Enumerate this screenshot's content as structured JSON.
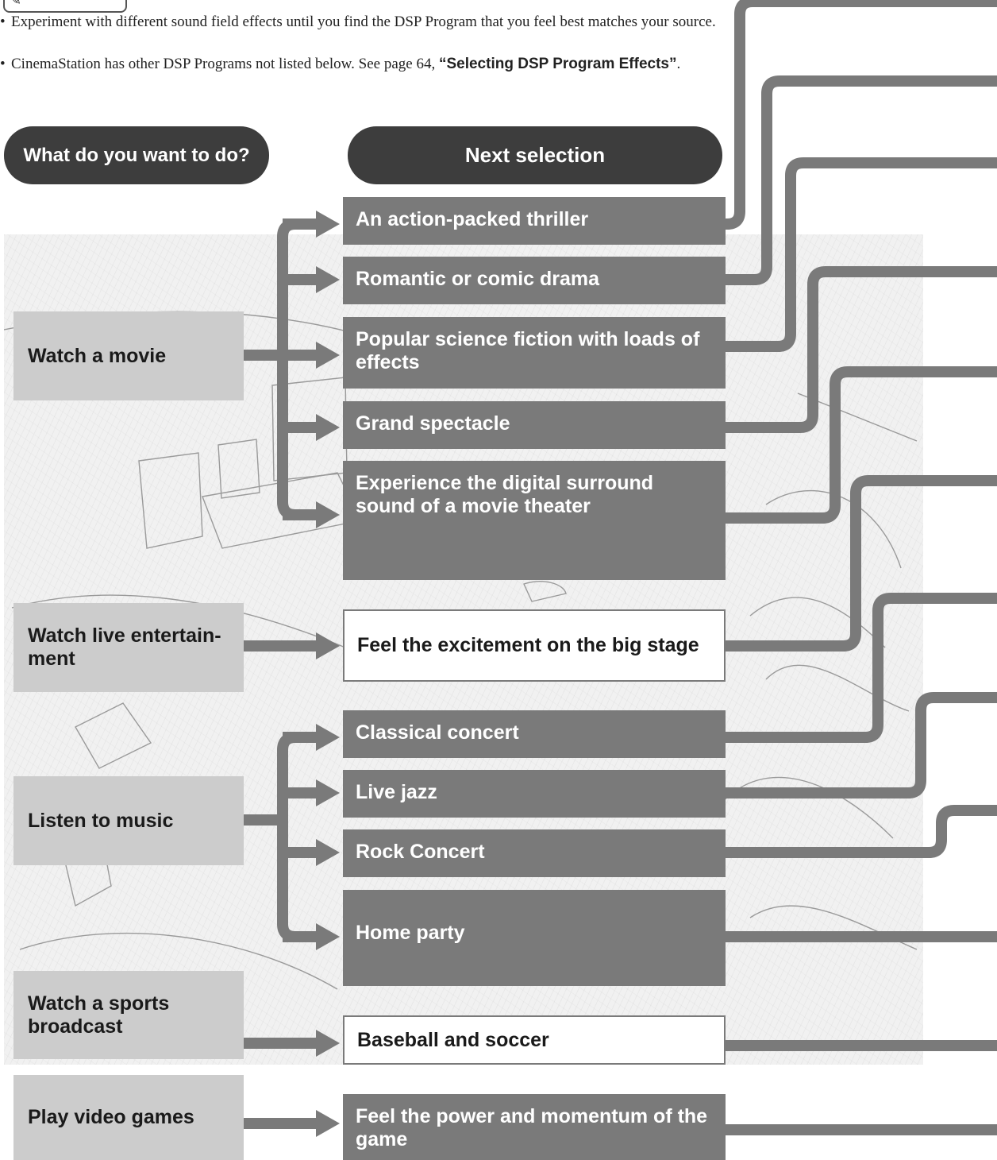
{
  "tips": [
    "Experiment with different sound field effects until you find the DSP Program that you feel best matches your source.",
    "CinemaStation has other DSP Programs not listed below. See page 64, "
  ],
  "tip_link": "“Selecting DSP Program Effects”",
  "tip_end": ".",
  "bullet": "•",
  "headers": {
    "left": "What do you want to do?",
    "right": "Next selection"
  },
  "categories": [
    "Watch a movie",
    "Watch live entertain-\nment",
    "Listen to music",
    "Watch a sports broadcast",
    "Play video games"
  ],
  "options": [
    "An action-packed thriller",
    "Romantic or comic drama",
    "Popular science fiction with loads of effects",
    "Grand spectacle",
    "Experience the digital surround sound of a movie theater",
    "Feel the excitement on the big stage",
    "Classical concert",
    "Live jazz",
    "Rock Concert",
    "Home party",
    "Baseball and soccer",
    "Feel the power and momentum of the game"
  ],
  "colors": {
    "connector": "#7a7a7a",
    "dark_box": "#7a7a7a",
    "category_box": "#cccccc",
    "header_pill": "#3d3d3d"
  }
}
